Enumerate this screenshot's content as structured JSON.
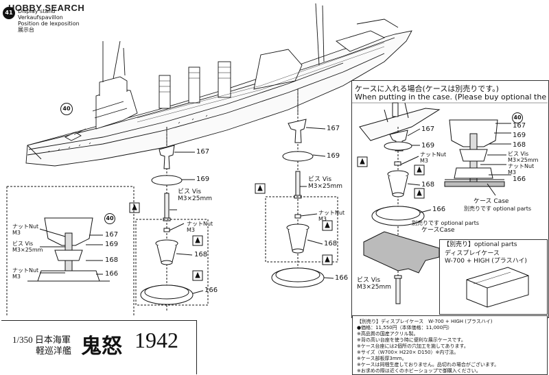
{
  "header": {
    "logo": {
      "text": "HOBBY SEARCH"
    },
    "step_number": "41",
    "step_title_jp": "展示台",
    "step_titles": [
      "Display stand",
      "Verkaufspavillon",
      "Position de lexposition",
      "展示台"
    ]
  },
  "title": {
    "scale": "1/350",
    "maker": "日本海軍",
    "type": "軽巡洋艦",
    "ship_name": "鬼怒",
    "year": "1942"
  },
  "parts": {
    "p40": "40",
    "p167": "167",
    "p169": "169",
    "p168": "168",
    "p166": "166"
  },
  "labels": {
    "screw_jp": "ビス Vis",
    "screw_spec": "M3×25mm",
    "nut_jp": "ナットNut",
    "nut_spec": "M3",
    "inset_nut1": "ナットNut",
    "inset_m3_1": "M3",
    "inset_screw": "ビス Vis",
    "inset_screw_spec": "M3×25mm",
    "inset_nut2": "ナットNut",
    "inset_m3_2": "M3"
  },
  "case_section": {
    "title_jp": "ケースに入れる場合(ケースは別売りです。)",
    "title_en": "When putting in the case. (Please buy optional the case.)",
    "case_label": "ケース Case",
    "optional_note": "別売りです optional parts",
    "optional_note2": "別売りです optional parts",
    "case_label2": "ケースCase",
    "screw_jp": "ビス Vis",
    "screw_spec": "M3×25mm",
    "nut": "ナットNut",
    "nut_m3": "M3",
    "screw2": "ビス Vis",
    "screw2_spec": "M3×25mm",
    "nut2": "ナットNut",
    "nut2_m3": "M3"
  },
  "optional_box": {
    "title": "【別売り】optional parts",
    "name_jp": "ディスプレイケース",
    "model": "W-700 + HIGH (プラスハイ)"
  },
  "notes": {
    "line1": "【別売り】ディスプレイケース　W-700 + HIGH (プラスハイ)",
    "line2": "●価格：11,550円（本体価格：11,000円）",
    "line3": "※高品質の国産アクリル製。",
    "line4": "※背の高い台座を使う時に便利な展示ケースです。",
    "line5": "※ケース台座には2個所の穴加工を施してあります。",
    "line6": "※サイズ（W700× H220× D150）※内寸法。",
    "line7": "※ケース部板厚3mm。",
    "line8": "※ケースは同梱生産しておりません。品切れの場合がございます。",
    "line9": "※お求めの際は近くのホビーショップで御購入ください。"
  }
}
